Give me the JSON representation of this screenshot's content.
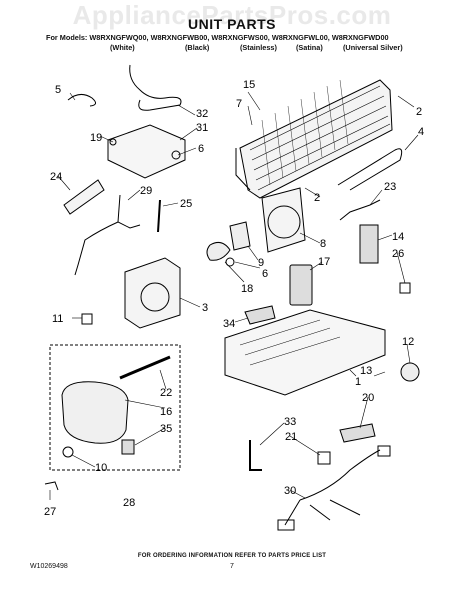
{
  "watermark": "AppliancePartsPros.com",
  "title": "UNIT PARTS",
  "models_line": "For Models: W8RXNGFWQ00, W8RXNGFWB00, W8RXNGFWS00, W8RXNGFWL00, W8RXNGFWD00",
  "colors": [
    "(White)",
    "(Black)",
    "(Stainless)",
    "(Satina)",
    "(Universal Silver)"
  ],
  "callouts": [
    "1",
    "2",
    "2",
    "3",
    "4",
    "5",
    "6",
    "6",
    "7",
    "8",
    "9",
    "10",
    "11",
    "12",
    "13",
    "14",
    "15",
    "16",
    "17",
    "18",
    "19",
    "20",
    "21",
    "22",
    "23",
    "24",
    "25",
    "26",
    "27",
    "28",
    "29",
    "30",
    "31",
    "32",
    "33",
    "34",
    "35"
  ],
  "footer": "FOR ORDERING INFORMATION REFER TO PARTS PRICE LIST",
  "doc_number": "W10269498",
  "page_number": "7"
}
